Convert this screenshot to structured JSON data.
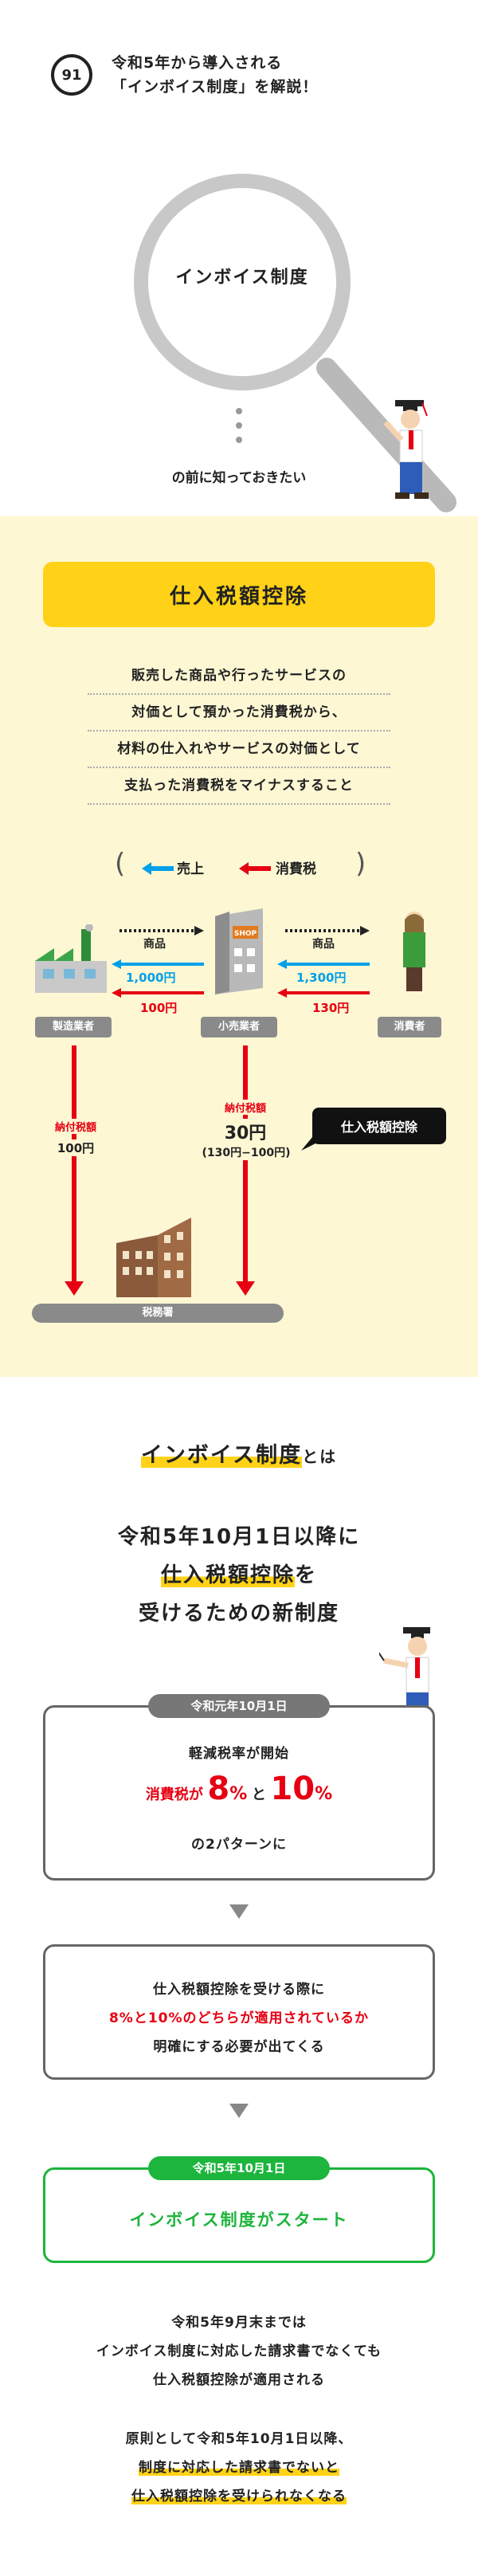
{
  "header": {
    "number": "91",
    "title_line1": "令和5年から導入される",
    "title_line2": "「インボイス制度」を解説！"
  },
  "magnifier": {
    "label": "インボイス制度",
    "caption": "の前に知っておきたい"
  },
  "shiire": {
    "title": "仕入税額控除",
    "definition": [
      "販売した商品や行ったサービスの",
      "対価として預かった消費税から、",
      "材料の仕入れやサービスの対価として",
      "支払った消費税をマイナスすること"
    ],
    "legend": {
      "blue_label": "売上",
      "red_label": "消費税"
    },
    "flow": {
      "goods_label_left": "商品",
      "goods_label_right": "商品",
      "sale_left": "1,000円",
      "tax_left": "100円",
      "sale_right": "1,300円",
      "tax_right": "130円",
      "maker_label": "製造業者",
      "retailer_label": "小売業者",
      "consumer_label": "消費者",
      "maker_tax_title": "納付税額",
      "maker_tax_value": "100円",
      "retailer_tax_title": "納付税額",
      "retailer_tax_value": "30円",
      "retailer_tax_formula": "(130円−100円)",
      "kojo_bubble": "仕入税額控除",
      "tax_office": "税務署",
      "shop_sign": "SHOP"
    }
  },
  "invoice": {
    "heading_main": "インボイス制度",
    "heading_suffix": "とは",
    "intro_line1": "令和5年10月1日以降に",
    "intro_line2_highlight": "仕入税額控除",
    "intro_line2_rest": "を",
    "intro_line3": "受けるための新制度",
    "card1": {
      "tag": "令和元年10月1日",
      "line1": "軽減税率が開始",
      "tax_prefix": "消費税が",
      "rate1": "8",
      "percent1": "%",
      "and": "と",
      "rate2": "10",
      "percent2": "%",
      "line3": "の2パターンに"
    },
    "card2": {
      "line1": "仕入税額控除を受ける際に",
      "line2": "8%と10%のどちらが適用されているか",
      "line3": "明確にする必要が出てくる"
    },
    "card3": {
      "tag": "令和5年10月1日",
      "text": "インボイス制度がスタート"
    },
    "note": [
      "令和5年9月末までは",
      "インボイス制度に対応した請求書でなくても",
      "仕入税額控除が適用される"
    ],
    "final": {
      "line1": "原則として令和5年10月1日以降、",
      "line2": "制度に対応した請求書でないと",
      "line3": "仕入税額控除を受けられなくなる"
    }
  },
  "colors": {
    "yellow": "#ffd217",
    "cream": "#fdf7d4",
    "red": "#e60012",
    "blue": "#00a0e9",
    "green": "#1db53c"
  }
}
